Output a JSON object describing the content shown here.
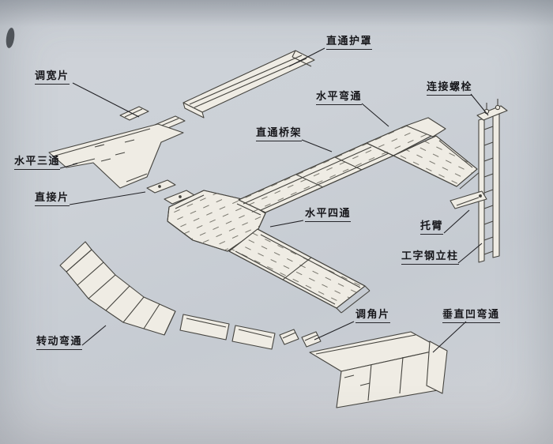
{
  "diagram": {
    "labels": [
      {
        "id": "straight-through-cover",
        "text": "直通护罩"
      },
      {
        "id": "width-adjusting-piece",
        "text": "调宽片"
      },
      {
        "id": "horizontal-elbow",
        "text": "水平弯通"
      },
      {
        "id": "connecting-bolt",
        "text": "连接螺栓"
      },
      {
        "id": "straight-through-tray",
        "text": "直通桥架"
      },
      {
        "id": "horizontal-tee",
        "text": "水平三通"
      },
      {
        "id": "straight-connector-plate",
        "text": "直接片"
      },
      {
        "id": "horizontal-cross",
        "text": "水平四通"
      },
      {
        "id": "support-arm",
        "text": "托臂"
      },
      {
        "id": "i-beam-column",
        "text": "工字钢立柱"
      },
      {
        "id": "angle-adjusting-piece",
        "text": "调角片"
      },
      {
        "id": "vertical-concave-elbow",
        "text": "垂直凹弯通"
      },
      {
        "id": "rotating-elbow",
        "text": "转动弯通"
      }
    ],
    "colors": {
      "paper": "#ccd1d7",
      "line": "#3f3e3b",
      "part_fill": "#efece4",
      "label_text": "#17171b"
    }
  }
}
